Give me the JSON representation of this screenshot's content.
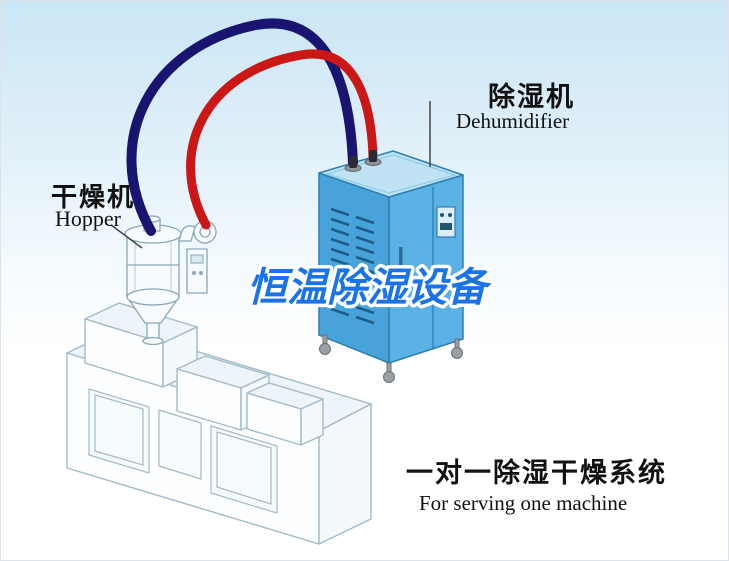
{
  "title": {
    "text": "恒温除湿设备"
  },
  "hopper_label": {
    "cn": "干燥机",
    "en": "Hopper"
  },
  "dehumidifier_label": {
    "cn": "除湿机",
    "en": "Dehumidifier"
  },
  "caption": {
    "cn": "一对一除湿干燥系统",
    "en": "For serving one machine"
  },
  "colors": {
    "hose_red": "#cc1717",
    "hose_navy": "#191470",
    "dehu_left": "#47a3da",
    "dehu_right": "#5ab1e3",
    "dehu_top": "#bfe2f4",
    "dehu_edge": "#2f7fb0",
    "line_gray": "#a3bac9",
    "title_blue": "#1a73e8",
    "bg_top": "#cae6f6"
  }
}
